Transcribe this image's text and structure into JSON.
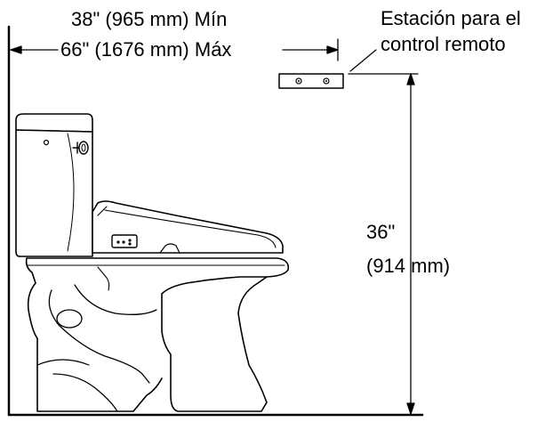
{
  "dimensions": {
    "min_text": "38\" (965 mm) Mín",
    "max_text": "66\" (1676 mm) Máx",
    "height_inches": "36\"",
    "height_mm": "(914 mm)"
  },
  "remote_station_label": {
    "line1": "Estación para el",
    "line2": "control remoto"
  },
  "colors": {
    "line": "#000000",
    "background": "#ffffff"
  }
}
